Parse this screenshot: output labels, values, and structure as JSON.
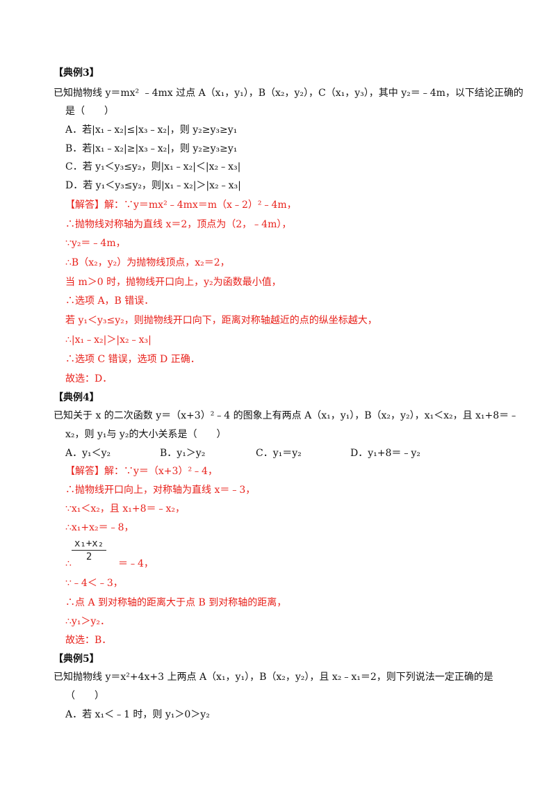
{
  "ex3": {
    "heading": "【典例3】",
    "q1": "已知抛物线 y＝mx² ﹣4mx 过点 A（x₁，y₁），B（x₂，y₂），C（x₁，y₃），其中 y₂＝﹣4m，以下结论正确的",
    "q2": "是（　　）",
    "optA": "A．若|x₁﹣x₂|≤|x₃﹣x₂|，则 y₂≥y₃≥y₁",
    "optB": "B．若|x₁﹣x₂|≥|x₃﹣x₂|，则 y₂≥y₃≥y₁",
    "optC": "C．若 y₁＜y₃≤y₂，则|x₁﹣x₂|＜|x₂﹣x₃|",
    "optD": "D．若 y₁＜y₃≤y₂，则|x₁﹣x₂|＞|x₂﹣x₃|",
    "sol": [
      "【解答】解：∵y＝mx²﹣4mx＝m（x﹣2）²﹣4m，",
      "∴抛物线对称轴为直线 x＝2，顶点为（2，﹣4m），",
      "∵y₂＝﹣4m，",
      "∴B（x₂，y₂）为抛物线顶点，x₂＝2，",
      "当 m＞0 时，抛物线开口向上，y₂为函数最小值，",
      "∴选项 A，B 错误．",
      "若 y₁＜y₃≤y₂，则抛物线开口向下，距离对称轴越近的点的纵坐标越大，",
      "∴|x₁﹣x₂|＞|x₂﹣x₃|",
      "∴选项 C 错误，选项 D 正确．",
      "故选：D．"
    ]
  },
  "ex4": {
    "heading": "【典例4】",
    "q1": "已知关于 x 的二次函数 y＝（x+3）²﹣4 的图象上有两点 A（x₁，y₁），B（x₂，y₂），x₁＜x₂，且 x₁+8＝﹣",
    "q2": "x₂，则 y₁与 y₂的大小关系是（　　）",
    "optA": "A．y₁＜y₂",
    "optB": "B．y₁＞y₂",
    "optC": "C．y₁＝y₂",
    "optD": "D．y₁+8＝﹣y₂",
    "sol1": "【解答】解：∵y＝（x+3）²﹣4，",
    "sol2": "∴抛物线开口向上，对称轴为直线 x＝﹣3，",
    "sol3": "∵x₁＜x₂，且 x₁+8＝﹣x₂，",
    "sol4": "∴x₁+x₂＝﹣8，",
    "frac_num": "x₁+x₂",
    "frac_den": "2",
    "sol5_pre": "∴",
    "sol5_post": "＝﹣4，",
    "sol6": "∵﹣4＜﹣3，",
    "sol7": "∴点 A 到对称轴的距离大于点 B 到对称轴的距离，",
    "sol8": "∴y₁＞y₂．",
    "sol9": "故选：B．"
  },
  "ex5": {
    "heading": "【典例5】",
    "q1": "已知抛物线 y＝x²+4x+3 上两点 A（x₁，y₁），B（x₂，y₂），且 x₂﹣x₁＝2，则下列说法一定正确的是",
    "q2": "（　　）",
    "optA": "A．若 x₁＜﹣1 时，则 y₁＞0＞y₂"
  }
}
